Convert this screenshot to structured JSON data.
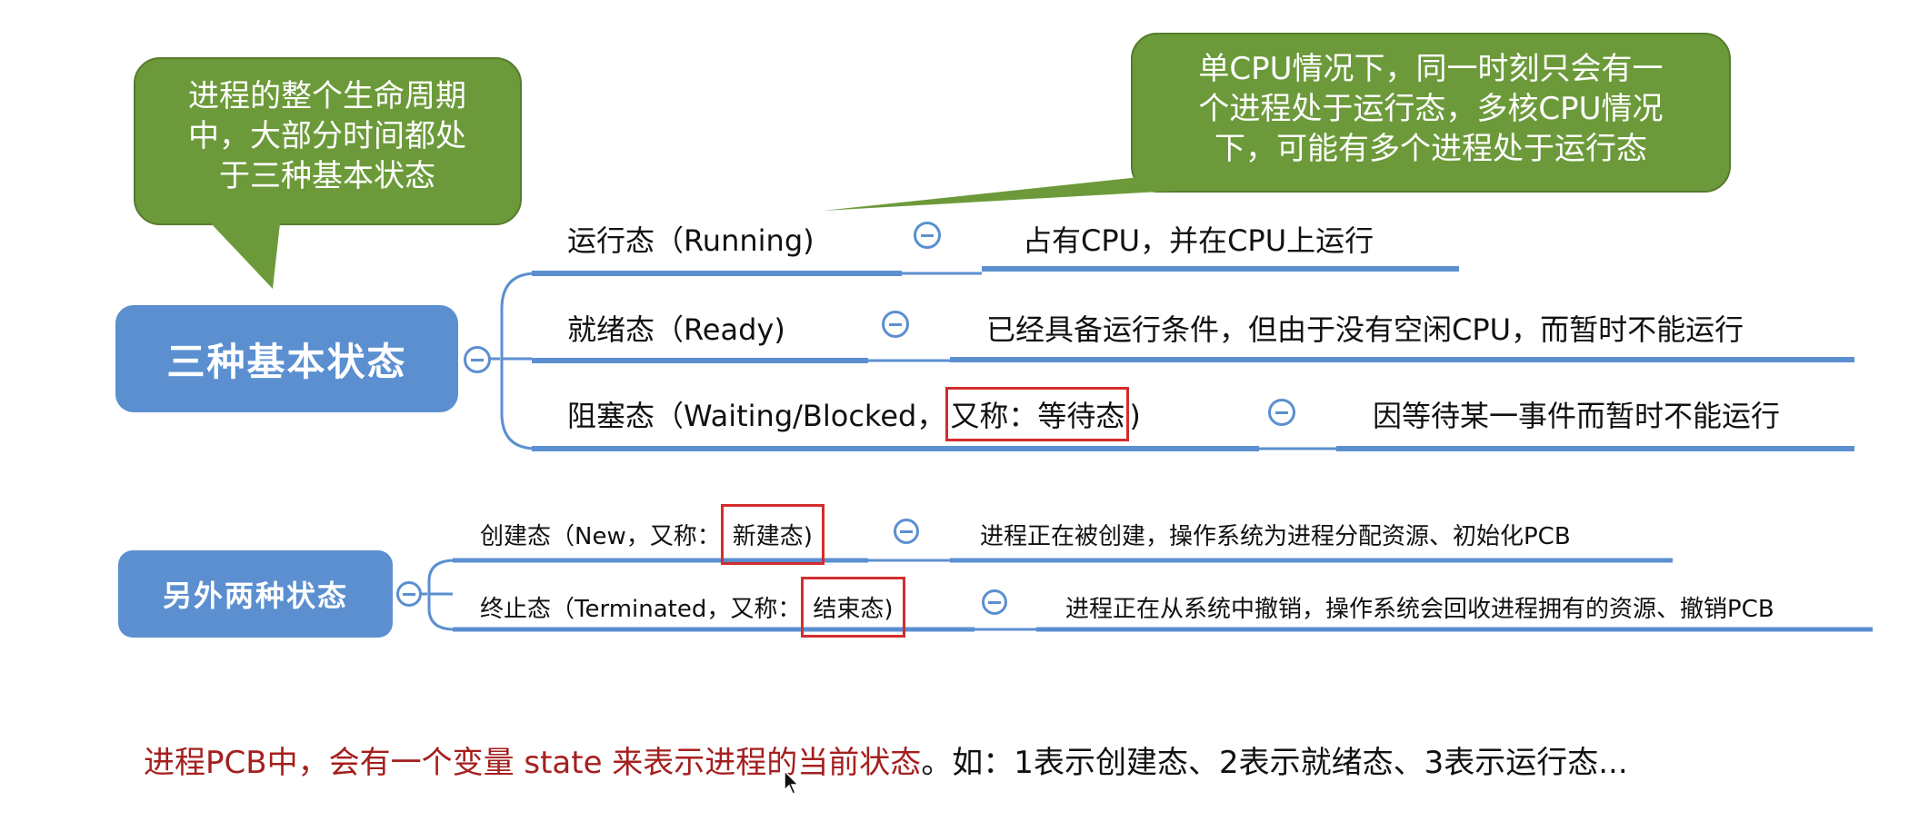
{
  "callout_left": {
    "lines": [
      "进程的整个生命周期",
      "中，大部分时间都处",
      "于三种基本状态"
    ]
  },
  "callout_right": {
    "lines": [
      "单CPU情况下，同一时刻只会有一",
      "个进程处于运行态，多核CPU情况",
      "下，可能有多个进程处于运行态"
    ]
  },
  "root_basic": {
    "label": "三种基本状态"
  },
  "root_other": {
    "label": "另外两种状态"
  },
  "basic_states": [
    {
      "name": "运行态（Running)",
      "desc": "占有CPU，并在CPU上运行"
    },
    {
      "name": "就绪态（Ready)",
      "desc": "已经具备运行条件，但由于没有空闲CPU，而暂时不能运行"
    },
    {
      "name_prefix": "阻塞态（Waiting/Blocked，",
      "name_boxed": "又称：等待态",
      "name_suffix": ")",
      "desc": "因等待某一事件而暂时不能运行"
    }
  ],
  "other_states": [
    {
      "name_prefix": "创建态（New，又称：",
      "name_boxed": "新建态)",
      "desc": "进程正在被创建，操作系统为进程分配资源、初始化PCB"
    },
    {
      "name_prefix": "终止态（Terminated，又称：",
      "name_boxed": "结束态)",
      "desc": "进程正在从系统中撤销，操作系统会回收进程拥有的资源、撤销PCB"
    }
  ],
  "bottom_note": {
    "red_part": "进程PCB中，会有一个变量 state 来表示进程的当前状态",
    "black_part": "。如：1表示创建态、2表示就绪态、3表示运行态..."
  },
  "colors": {
    "node_blue": "#5b8fd0",
    "callout_green": "#6c9a3a",
    "highlight_red": "#d22d2d",
    "note_red": "#a51f1f"
  }
}
